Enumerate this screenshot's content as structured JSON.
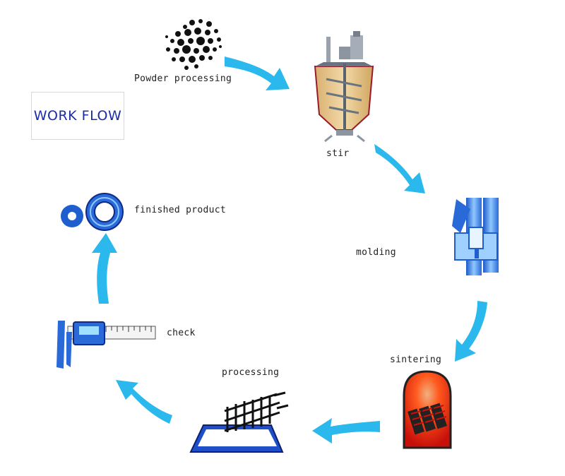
{
  "title": "WORK FLOW",
  "steps": {
    "powder": "Powder processing",
    "stir": "stir",
    "molding": "molding",
    "sintering": "sintering",
    "processing": "processing",
    "check": "check",
    "finished": "finished product"
  },
  "colors": {
    "arrow": "#2bb8ec",
    "accent_blue": "#1f5ecf",
    "title_text": "#1a2ca8",
    "furnace_red": "#e02010"
  }
}
